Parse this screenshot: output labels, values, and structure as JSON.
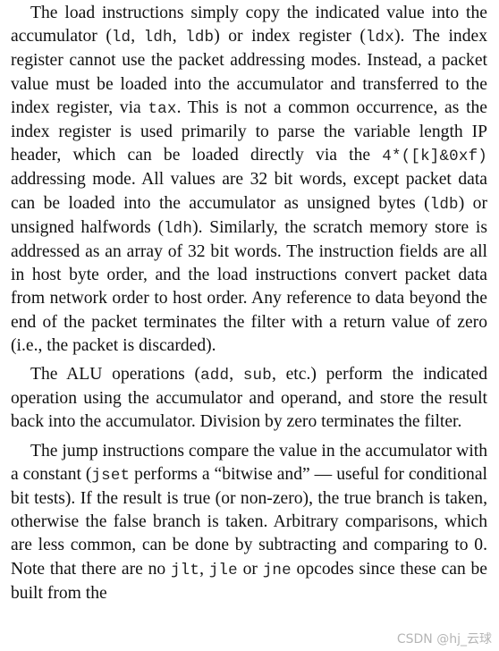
{
  "paragraphs": [
    {
      "segments": [
        {
          "t": "The load instructions simply copy the indicated value into the accumulator ("
        },
        {
          "t": "ld",
          "code": true
        },
        {
          "t": ", "
        },
        {
          "t": "ldh",
          "code": true
        },
        {
          "t": ", "
        },
        {
          "t": "ldb",
          "code": true
        },
        {
          "t": ") or index register ("
        },
        {
          "t": "ldx",
          "code": true
        },
        {
          "t": "). The index register cannot use the packet addressing modes. Instead, a packet value must be loaded into the accumulator and transferred to the index register, via "
        },
        {
          "t": "tax",
          "code": true
        },
        {
          "t": ". This is not a common occurrence, as the index register is used primarily to parse the variable length IP header, which can be loaded directly via the "
        },
        {
          "t": "4*([k]&0xf)",
          "code": true
        },
        {
          "t": " addressing mode. All values are 32 bit words, except packet data can be loaded into the accumulator as unsigned bytes ("
        },
        {
          "t": "ldb",
          "code": true
        },
        {
          "t": ") or unsigned halfwords ("
        },
        {
          "t": "ldh",
          "code": true
        },
        {
          "t": "). Similarly, the scratch memory store is addressed as an array of 32 bit words. The instruction fields are all in host byte order, and the load instructions convert packet data from network order to host order. Any reference to data beyond the end of the packet terminates the filter with a return value of zero (i.e., the packet is discarded)."
        }
      ]
    },
    {
      "segments": [
        {
          "t": "The ALU operations ("
        },
        {
          "t": "add",
          "code": true
        },
        {
          "t": ", "
        },
        {
          "t": "sub",
          "code": true
        },
        {
          "t": ", etc.) perform the indicated operation using the accumulator and operand, and store the result back into the accumulator. Division by zero terminates the filter."
        }
      ]
    },
    {
      "segments": [
        {
          "t": "The jump instructions compare the value in the accumulator with a constant ("
        },
        {
          "t": "jset",
          "code": true
        },
        {
          "t": " performs a “bitwise and” — useful for conditional bit tests). If the result is true (or non-zero), the true branch is taken, otherwise the false branch is taken. Arbitrary comparisons, which are less common, can be done by subtracting and comparing to 0. Note that there are no "
        },
        {
          "t": "jlt",
          "code": true
        },
        {
          "t": ", "
        },
        {
          "t": "jle",
          "code": true
        },
        {
          "t": " or "
        },
        {
          "t": "jne",
          "code": true
        },
        {
          "t": " opcodes since these can be built from the"
        }
      ]
    }
  ],
  "watermark": "CSDN @hj_云球"
}
